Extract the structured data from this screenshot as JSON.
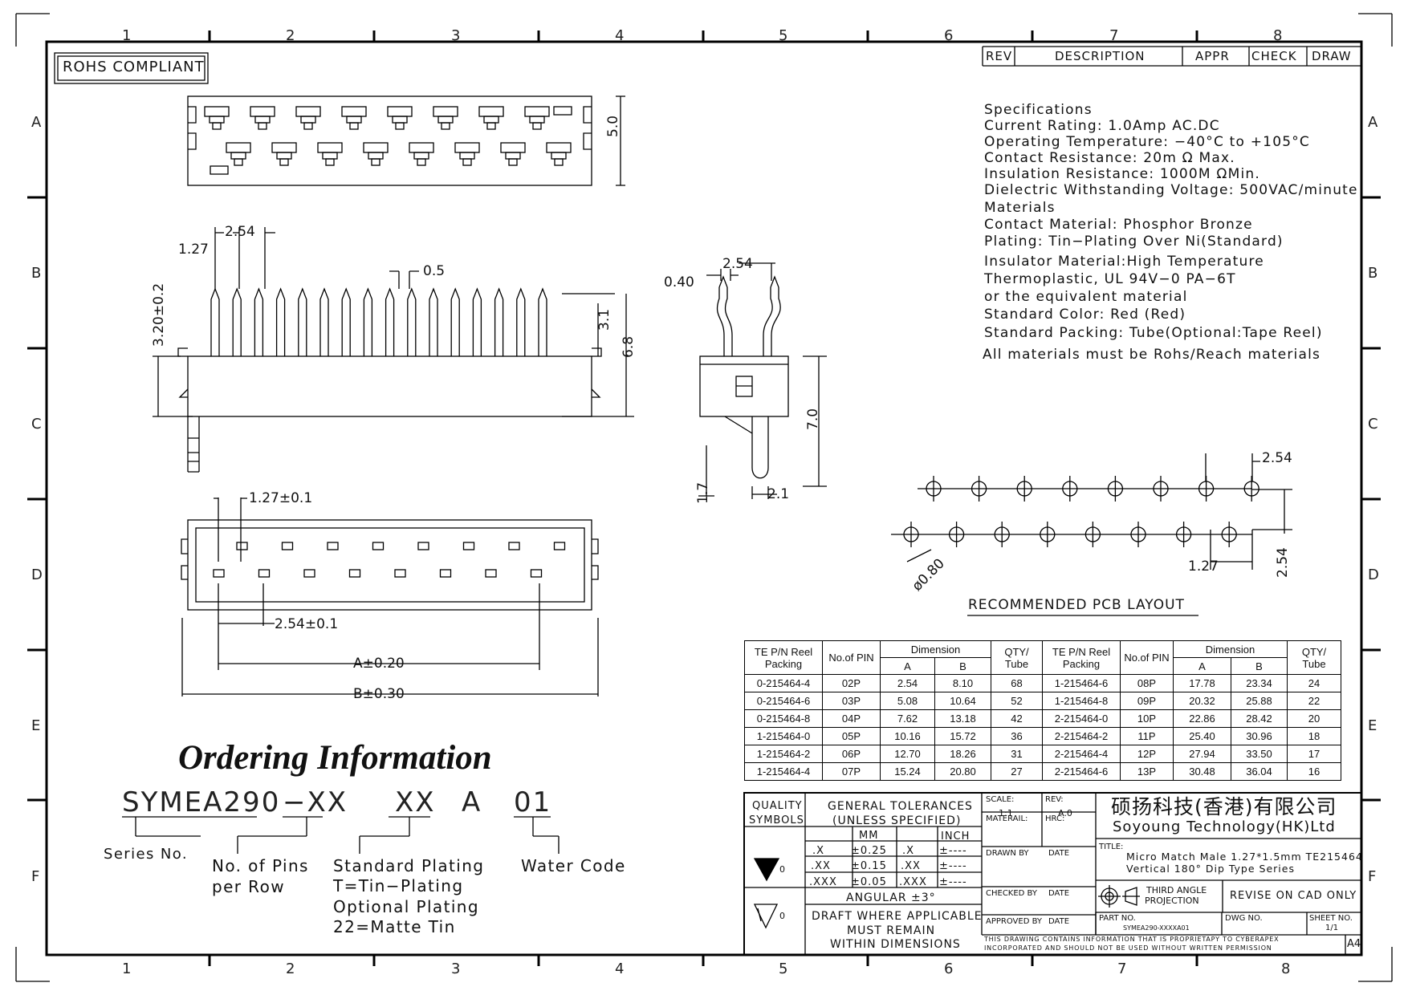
{
  "border": {
    "zones_top": [
      "1",
      "2",
      "3",
      "4",
      "5",
      "6",
      "7",
      "8"
    ],
    "zones_bottom": [
      "1",
      "2",
      "3",
      "4",
      "5",
      "6",
      "7",
      "8"
    ],
    "zones_side": [
      "A",
      "B",
      "C",
      "D",
      "E",
      "F"
    ]
  },
  "badge": "ROHS COMPLIANT",
  "revision_header": {
    "rev": "REV",
    "description": "DESCRIPTION",
    "appr": "APPR",
    "check": "CHECK",
    "draw": "DRAW"
  },
  "specifications": [
    "Specifications",
    "Current Rating: 1.0Amp AC.DC",
    "Operating Temperature: −40°C to +105°C",
    "Contact Resistance: 20m Ω Max.",
    "Insulation Resistance: 1000M ΩMin.",
    "Dielectric Withstanding Voltage: 500VAC/minute",
    "Materials",
    "Contact Material: Phosphor Bronze",
    "Plating: Tin−Plating Over Ni(Standard)",
    "Insulator Material:High Temperature",
    "Thermoplastic, UL 94V−0 PA−6T",
    "or the equivalent material",
    "Standard Color: Red (Red)",
    "Standard Packing: Tube(Optional:Tape Reel)",
    "All materials must be Rohs/Reach materials"
  ],
  "dimensions": {
    "top_height": "5.0",
    "pitch_side": "2.54",
    "offset": "1.27",
    "pin_width": "0.5",
    "pin_length": "3.20±0.2",
    "tail": "3.1",
    "total_height": "6.8",
    "side_pitch": "2.54",
    "side_pin": "0.40",
    "side_height": "7.0",
    "side_foot": "1.7",
    "side_depth": "2.1",
    "bottom_offset": "1.27±0.1",
    "bottom_pitch": "2.54±0.1",
    "dim_a": "A±0.20",
    "dim_b": "B±0.30",
    "pcb_pitch_x": "2.54",
    "pcb_pitch_y": "2.54",
    "pcb_offset": "1.27",
    "pcb_hole": "ø0.80"
  },
  "pcb_title": "RECOMMENDED PCB LAYOUT",
  "ordering": {
    "title": "Ordering Information",
    "code_parts": [
      "SYMEA290",
      "−XX",
      "XX",
      "A",
      "01"
    ],
    "labels": {
      "series": "Series No.",
      "pins": [
        "No. of Pins",
        "per Row"
      ],
      "plating": [
        "Standard Plating",
        "T=Tin−Plating",
        "Optional Plating",
        "22=Matte Tin"
      ],
      "water": "Water Code"
    }
  },
  "pn_table": {
    "headers": {
      "pn": [
        "TE P/N Reel",
        "Packing"
      ],
      "pins": "No.of PIN",
      "dimension": "Dimension",
      "a": "A",
      "b": "B",
      "qty": [
        "QTY/",
        "Tube"
      ]
    },
    "rows": [
      [
        "0-215464-4",
        "02P",
        "2.54",
        "8.10",
        "68",
        "1-215464-6",
        "08P",
        "17.78",
        "23.34",
        "24"
      ],
      [
        "0-215464-6",
        "03P",
        "5.08",
        "10.64",
        "52",
        "1-215464-8",
        "09P",
        "20.32",
        "25.88",
        "22"
      ],
      [
        "0-215464-8",
        "04P",
        "7.62",
        "13.18",
        "42",
        "2-215464-0",
        "10P",
        "22.86",
        "28.42",
        "20"
      ],
      [
        "1-215464-0",
        "05P",
        "10.16",
        "15.72",
        "36",
        "2-215464-2",
        "11P",
        "25.40",
        "30.96",
        "18"
      ],
      [
        "1-215464-2",
        "06P",
        "12.70",
        "18.26",
        "31",
        "2-215464-4",
        "12P",
        "27.94",
        "33.50",
        "17"
      ],
      [
        "1-215464-4",
        "07P",
        "15.24",
        "20.80",
        "27",
        "2-215464-6",
        "13P",
        "30.48",
        "36.04",
        "16"
      ]
    ]
  },
  "title_block": {
    "quality_symbols": [
      "QUALITY",
      "SYMBOLS"
    ],
    "tolerance_title": [
      "GENERAL TOLERANCES",
      "(UNLESS SPECIFIED)"
    ],
    "mm": "MM",
    "inch": "INCH",
    "tol_rows": [
      [
        ".X",
        "±0.25",
        ".X",
        "±----"
      ],
      [
        ".XX",
        "±0.15",
        ".XX",
        "±----"
      ],
      [
        ".XXX",
        "±0.05",
        ".XXX",
        "±----"
      ]
    ],
    "angular": "ANGULAR ±3°",
    "draft": [
      "DRAFT WHERE APPLICABLE",
      "MUST REMAIN",
      "WITHIN DIMENSIONS"
    ],
    "scale_label": "SCALE:",
    "scale": "1:1",
    "rev_label": "REV:",
    "rev": "A.0",
    "material_label": "MATERAIL:",
    "hrc_label": "HRC:",
    "drawn_by": "DRAWN BY",
    "checked_by": "CHECKED BY",
    "approved_by": "APPROVED BY",
    "date": "DATE",
    "company_cn": "硕扬科技(香港)有限公司",
    "company_en": "Soyoung Technology(HK)Ltd",
    "title_label": "TITLE:",
    "title_lines": [
      "Micro Match Male 1.27*1.5mm TE215464",
      "Vertical 180° Dip Type Series"
    ],
    "projection": [
      "THIRD ANGLE",
      "PROJECTION"
    ],
    "revise": "REVISE ON CAD ONLY",
    "part_no_label": "PART NO.",
    "part_no": "SYMEA290-XXXXA01",
    "dwg_no_label": "DWG NO.",
    "sheet_label": "SHEET NO.",
    "sheet": "1/1",
    "notice": [
      "THIS DRAWING CONTAINS INFORMATION THAT IS PROPRIETAPY TO CYBERAPEX",
      "INCORPORATED AND SHOULD NOT BE USED WITHOUT WRITTEN PERMISSION"
    ],
    "size": "A4",
    "sym_sub": "0"
  }
}
